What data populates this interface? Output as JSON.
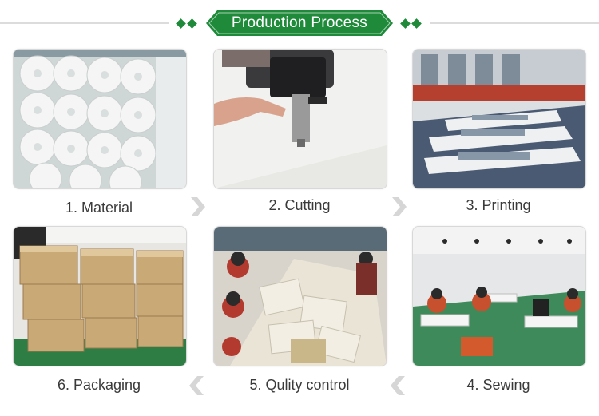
{
  "header": {
    "title": "Production Process",
    "accent_color": "#1e8a3a"
  },
  "steps": [
    {
      "label": "1. Material",
      "icon": "fabric-rolls-photo"
    },
    {
      "label": "2. Cutting",
      "icon": "cutting-machine-photo"
    },
    {
      "label": "3. Printing",
      "icon": "printing-line-photo"
    },
    {
      "label": "4. Sewing",
      "icon": "sewing-workshop-photo"
    },
    {
      "label": "5. Qulity control",
      "icon": "quality-control-photo"
    },
    {
      "label": "6. Packaging",
      "icon": "cartons-photo"
    }
  ],
  "arrows": {
    "icon": "chevron-arrow-icon"
  }
}
